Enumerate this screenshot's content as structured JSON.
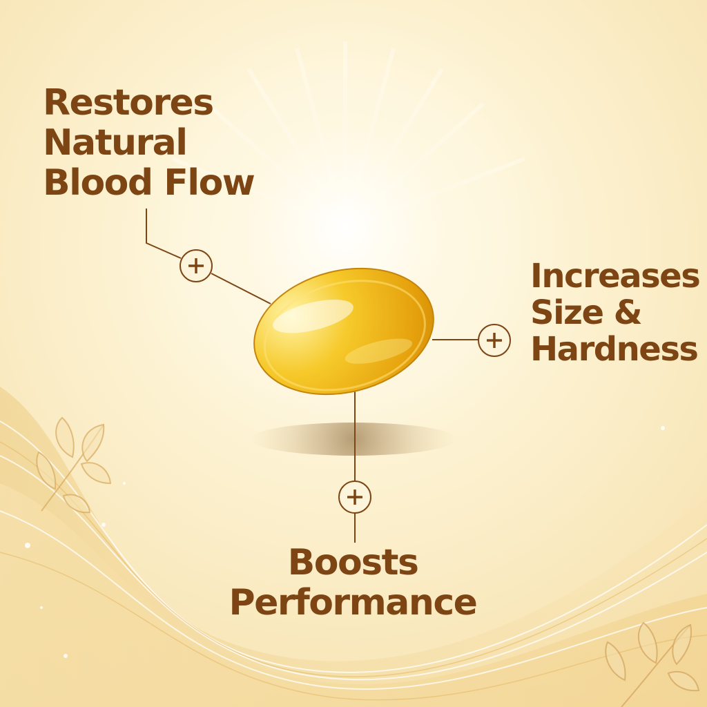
{
  "benefits": {
    "top": {
      "lines": [
        "Restores",
        "Natural",
        "Blood Flow"
      ]
    },
    "right": {
      "lines": [
        "Increases",
        "Size &",
        "Hardness"
      ]
    },
    "bottom": {
      "lines": [
        "Boosts",
        "Performance"
      ]
    }
  },
  "icons": {
    "marker": "plus-circle-icon",
    "product": "softgel-capsule",
    "decoration": "leaf-branch-icon"
  },
  "colors": {
    "text": "#7d4514",
    "capsule": "#e8a80f",
    "background": "#fbeecb"
  }
}
